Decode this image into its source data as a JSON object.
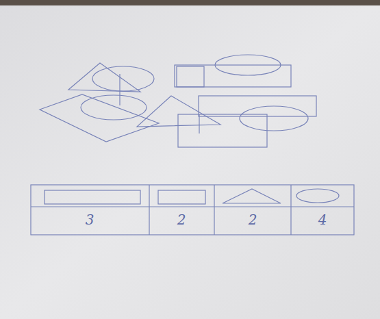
{
  "diagram": {
    "labels": [
      "3",
      "2",
      "2",
      "4"
    ]
  }
}
